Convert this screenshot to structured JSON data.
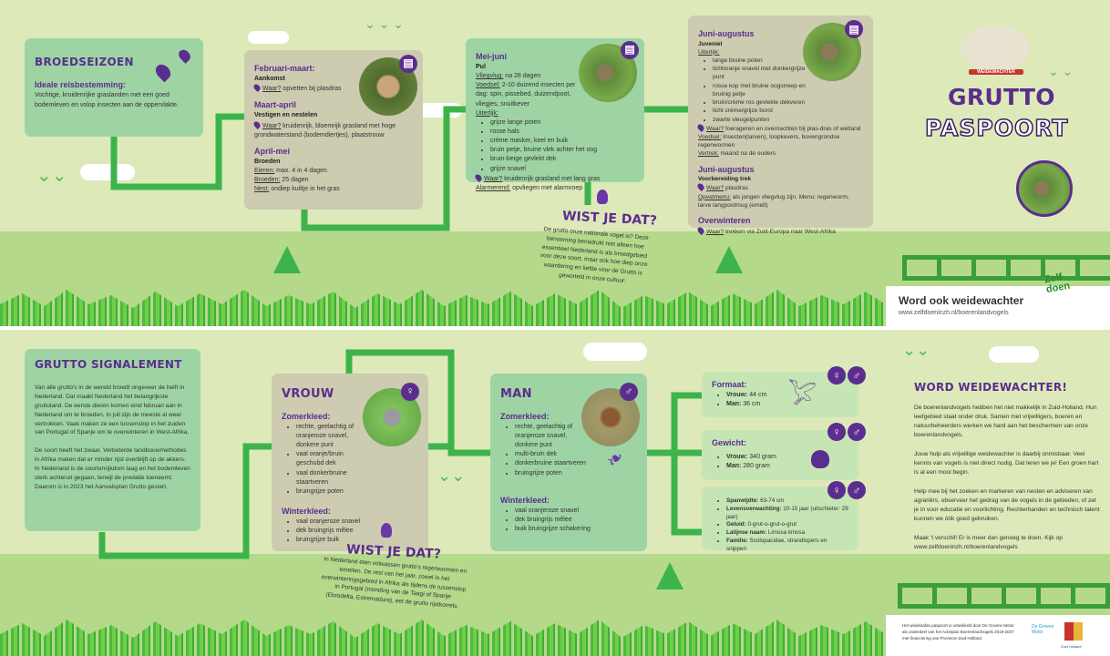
{
  "cover": {
    "title_line1": "GRUTTO",
    "title_line2": "PASPOORT",
    "logo_text": "WEIDEWACHTER",
    "cta_title": "Word ook weidewachter",
    "cta_url": "www.zelfdoeninzh.nl/boerenlandvogels",
    "zelfdoen_logo": "Zelf doen in Erfgoed en Groen"
  },
  "broedseizoen": {
    "title": "BROEDSEIZOEN",
    "subtitle": "Ideale reisbestemming:",
    "text": "Vochtige, kruidenrijke graslanden met een goed bodemleven en volop insecten aan de oppervlakte."
  },
  "season1": {
    "feb_title": "Februari-maart:",
    "feb_sub": "Aankomst",
    "feb_waar_label": "Waar?",
    "feb_waar": " opvetten bij plasdras",
    "mar_title": "Maart-april",
    "mar_sub": "Vestigen en nestelen",
    "mar_waar_label": "Waar?",
    "mar_waar": " kruidenrijk, bloemrijk grasland met hoge grondwaterstand (bodemdiertjes), plaatstrouw",
    "apr_title": "April-mei",
    "apr_sub": "Broeden",
    "eieren_label": "Eieren:",
    "eieren": " max. 4 in 4 dagen",
    "broeden_label": "Broeden:",
    "broeden": " 25 dagen",
    "nest_label": "Nest:",
    "nest": " ondiep kuiltje in het gras"
  },
  "season2": {
    "title": "Mei-juni",
    "sub": "Pul",
    "vliegvlug_label": "Vliegvlug:",
    "vliegvlug": " na 28 dagen",
    "voedsel_label": "Voedsel:",
    "voedsel": " 2-10 duizend insecten per dag: spin, pissebed, duizendpoot, vliegjes, snuitkever",
    "uiterlijk_label": "Uiterlijk:",
    "uiterlijk": [
      "grijze lange poten",
      "rosse hals",
      "crème masker, keel en buik",
      "bruin petje, bruine vlek achter het oog",
      "bruin-beige gevlekt dek",
      "grijze snavel"
    ],
    "waar_label": "Waar?",
    "waar": " kruidenrijk grasland met lang gras",
    "alarm_label": "Alarmerend:",
    "alarm": " opvliegen met alarmroep"
  },
  "season3": {
    "title": "Juni-augustus",
    "sub": "Juveniel",
    "uiterlijk_label": "Uiterlijk:",
    "uiterlijk": [
      "lange bruine poten",
      "lichtoranje snavel met donkergrijze punt",
      "rosse kop met bruine oogstreep en bruinig petje",
      "bruin/crème ros gevlekte dekveren",
      "licht crème/grijze borst",
      "zwarte vleugelpunten"
    ],
    "waar_label": "Waar?",
    "waar": " foerageren en overnachten bij plas-dras of wetland",
    "voedsel_label": "Voedsel:",
    "voedsel": " Insecten(larven), loopkevers, bovengrondse regenwormen",
    "vertrek_label": "Vertrek:",
    "vertrek": " maand na de ouders",
    "trek_title": "Juni-augustus",
    "trek_sub": "Voorbereiding trek",
    "trek_waar_label": "Waar?",
    "trek_waar": " plasdras",
    "opvet_label": "Opvetmenu:",
    "opvet": " als jongen vliegvlug zijn. Menu: regenworm, larve langpootmug (emelt)",
    "winter_title": "Overwinteren",
    "winter_waar_label": "Waar?",
    "winter_waar": " trekken via Zuid-Europa naar West-Afrika"
  },
  "wist1": {
    "title": "WIST JE DAT?",
    "text": "De grutto onze nationale vogel is? Deze benoeming benadrukt niet alleen hoe essentieel Nederland is als broedgebied voor deze soort, maar ook hoe diep onze waardering en liefde voor de Grutto is geworteld in onze cultuur."
  },
  "signalement": {
    "title": "GRUTTO SIGNALEMENT",
    "p1": "Van alle grutto's in de wereld broedt ongeveer de helft in Nederland. Dat maakt Nederland het belangrijkste gruttoland. De eerste dieren komen eind februari aan in Nederland om te broeden. In juli zijn de meeste al weer vertrokken. Vaak maken ze een tussenstop in het zuiden van Portugal of Spanje om te overwinteren in West-Afrika.",
    "p2": "De soort heeft het zwaar. Verbeterde landbouwmethodes in Afrika maken dat er minder rijst overblijft op de akkers. In Nederland is de soortenrijkdom laag en het bodemleven sterk achteruit gegaan, terwijl de predatie toeneemt. Daarom is in 2023  het Aanvalsplan Grutto gestart."
  },
  "vrouw": {
    "title": "VROUW",
    "zomer": "Zomerkleed:",
    "zomer_items": [
      "rechte, geelachtig of oranjeroze snavel, donkere punt",
      "vaal oranje/bruin geschubd dek",
      "vaal donkerbruine staartveren",
      "bruingrijze poten"
    ],
    "winter": "Winterkleed:",
    "winter_items": [
      "vaal oranjeroze snavel",
      "dek bruingrijs mêlee",
      "bruingrijze buik"
    ]
  },
  "man": {
    "title": "MAN",
    "zomer": "Zomerkleed:",
    "zomer_items": [
      "rechte, geelachtig of oranjeroze snavel, donkere punt",
      "multi-bruin dek",
      "donkerbruine staartveren",
      "bruingrijze poten"
    ],
    "winter": "Winterkleed:",
    "winter_items": [
      "vaal oranjeroze snavel",
      "dek bruingrijs mêlee",
      "buik bruingrijze schakering"
    ]
  },
  "stats": {
    "formaat_title": "Formaat:",
    "vrouw_label": "Vrouw:",
    "formaat_vrouw": " 44 cm",
    "man_label": "Man:",
    "formaat_man": " 36 cm",
    "gewicht_title": "Gewicht:",
    "gewicht_vrouw": " 340 gram",
    "gewicht_man": " 280 gram",
    "facts": [
      {
        "label": "Spanwijdte:",
        "value": " 63-74 cm"
      },
      {
        "label": "Levensverwachting:",
        "value": " 10-15 jaar (uitschieter: 29 jaar)"
      },
      {
        "label": "Geluid:",
        "value": " 0-grut-o-grut-o-grut"
      },
      {
        "label": "Latijnse naam:",
        "value": " Limosa limosa"
      },
      {
        "label": "Familie:",
        "value": " Scolopacidae, strandlopers en snippen"
      }
    ],
    "female_symbol": "♀",
    "male_symbol": "♂"
  },
  "wist2": {
    "title": "WIST JE DAT?",
    "text": "In Nederland eten volwassen grutto's regenwormen en emelten. De rest van het jaar, zowel in het overwinteringsgebied in Afrika als tijdens de tussenstop in Portugal (monding van de Taagi of Spanje (Ebrodelta, Extremadura), eet de grutto rijstkorrels."
  },
  "weidewachter": {
    "title": "WORD WEIDEWACHTER!",
    "p1": "De boerenlandvogels hebben het niet makkelijk in Zuid-Holland. Hun leefgebied staat onder druk. Samen met vrijwilligers, boeren en natuurbeheerders werken we hard aan het beschermen van onze boerenlandvogels.",
    "p2": "Jouw hulp als vrijwillige weidewachter is daarbij onmisbaar. Veel kennis van vogels is niet direct nodig. Dat leren we je! Een groen hart is al een mooi begin.",
    "p3": "Help mee bij het zoeken en markeren van nesten en adviseren van agrariërs, observeer het gedrag van de vogels in de gebieden, of zet je in voor educatie en voorlichting. Rechterhanden en technisch talent kunnen we óók goed gebruiken.",
    "p4": "Maak 't verschil! Er is meer dan genoeg te doen. Kijk op www.zelfdoeninzh.nl/boerenlandvogels"
  },
  "footer": {
    "text": "Het weidesafari paspoort is ontwikkeld door De Groene Motor als onderdeel van het Actieplan Boerenlandvogels 2019-2027 met financiering van Provincie Zuid-Holland.",
    "groene_motor": "De Groene Motor",
    "provincie": "Zuid Holland"
  },
  "colors": {
    "purple": "#5b2d8e",
    "green": "#3cb44b",
    "card_green": "#9ed4a4",
    "card_beige": "#cdcbb0"
  }
}
